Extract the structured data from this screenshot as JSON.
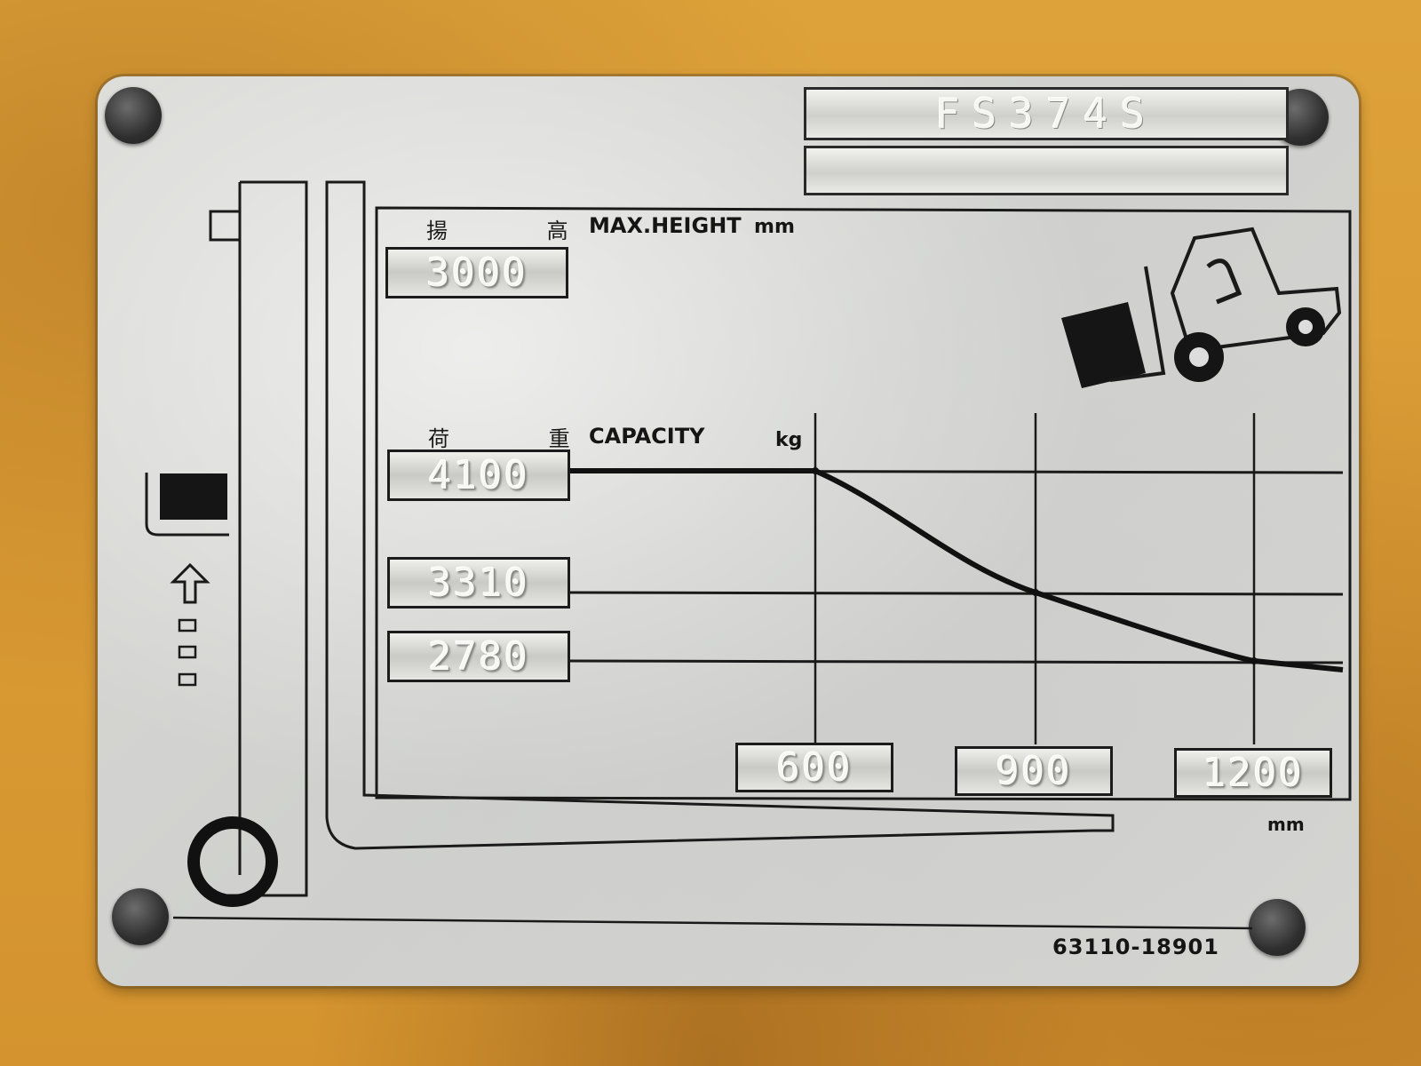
{
  "plate": {
    "model": "FS374S",
    "serial": "",
    "part_number": "63110-18901"
  },
  "height_section": {
    "jp_label": "揚 高",
    "label": "MAX.HEIGHT",
    "unit": "mm",
    "value": "3000"
  },
  "capacity_section": {
    "jp_label": "荷 重",
    "label": "CAPACITY",
    "unit": "kg",
    "values": [
      "4100",
      "3310",
      "2780"
    ]
  },
  "load_center": {
    "unit": "mm",
    "values": [
      "600",
      "900",
      "1200"
    ]
  },
  "chart_data": {
    "type": "line",
    "x": [
      600,
      900,
      1200
    ],
    "y": [
      4100,
      3310,
      2780
    ],
    "xlabel": "mm",
    "ylabel": "kg"
  },
  "colors": {
    "body_paint": "#d99a33",
    "plate": "#d4d4d1",
    "ink": "#151515"
  },
  "icons": [
    "forklift-pictogram-icon",
    "load-block-icon",
    "lift-arrow-icon",
    "wheel-icon"
  ]
}
